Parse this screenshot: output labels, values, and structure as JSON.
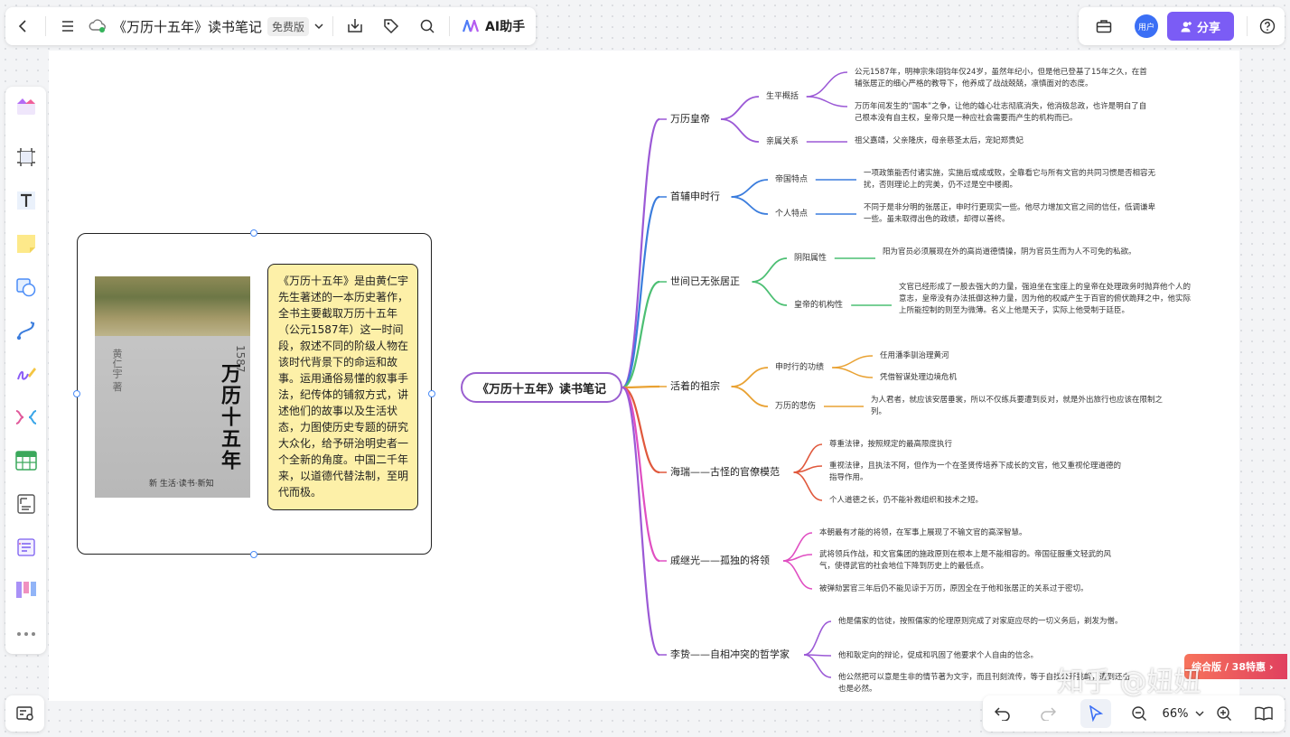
{
  "toolbar": {
    "doc_title": "《万历十五年》读书笔记",
    "plan_badge": "免费版",
    "ai_label": "AI助手"
  },
  "header_right": {
    "avatar_text": "用户",
    "share_label": "分享"
  },
  "bottom_bar": {
    "zoom": "66%"
  },
  "book_card": {
    "cover_title": "万历十五年",
    "cover_year": "1587",
    "cover_author": "黄仁宇 著",
    "cover_publisher": "新 生活·读书·新知",
    "summary": "《万历十五年》是由黄仁宇先生著述的一本历史著作，全书主要截取万历十五年（公元1587年）这一时间段，叙述不同的阶级人物在该时代背景下的命运和故事。运用通俗易懂的叙事手法，纪传体的铺叙方式，讲述他们的故事以及生活状态，力图使历史专题的研究大众化，给予研治明史者一个全新的角度。中国二千年来，以道德代替法制，至明代而极。"
  },
  "mindmap": {
    "central": "《万历十五年》读书笔记",
    "branches": [
      {
        "label": "万历皇帝",
        "color": "#9b59d6",
        "subs": [
          {
            "label": "生平概括",
            "leaves": [
              "公元1587年，明神宗朱翊钧年仅24岁，虽然年纪小，但是他已登基了15年之久，在首辅张居正的细心严格的教导下，他养成了战战兢兢，凛慎面对的态度。",
              "万历年间发生的“国本”之争，让他的雄心壮志彻底消失，他消极怠政，也许是明白了自己根本没有自主权，皇帝只是一种应社会需要而产生的机构而已。"
            ]
          },
          {
            "label": "亲属关系",
            "leaves": [
              "祖父嘉靖，父亲隆庆，母亲慈圣太后，宠妃郑贵妃"
            ]
          }
        ]
      },
      {
        "label": "首辅申时行",
        "color": "#3b7ddd",
        "subs": [
          {
            "label": "帝国特点",
            "leaves": [
              "一项政策能否付诸实施，实施后或成或败，全靠看它与所有文官的共同习惯是否相容无扰，否则理论上的完美，仍不过是空中楼阁。"
            ]
          },
          {
            "label": "个人特点",
            "leaves": [
              "不同于是非分明的张居正，申时行更现实一些。他尽力增加文官之间的信任，低调谦卑一些。虽未取得出色的政绩，却得以善终。"
            ]
          }
        ]
      },
      {
        "label": "世间已无张居正",
        "color": "#4cbf73",
        "subs": [
          {
            "label": "阴阳属性",
            "leaves": [
              "阳为官员必须展现在外的高尚道德情操，阴为官员生而为人不可免的私欲。"
            ]
          },
          {
            "label": "皇帝的机构性",
            "leaves": [
              "文官已经形成了一股去强大的力量，强迫坐在宝座上的皇帝在处理政务时抛弃他个人的意志，皇帝没有办法抵御这种力量，因为他的权威产生于百官的俯伏跪拜之中，他实际上所能控制的则至为微薄。名义上他是天子，实际上他受制于廷臣。"
            ]
          }
        ]
      },
      {
        "label": "活着的祖宗",
        "color": "#e9a233",
        "subs": [
          {
            "label": "申时行的功绩",
            "leaves": [
              "任用潘季驯治理黄河",
              "凭借智谋处理边境危机"
            ]
          },
          {
            "label": "万历的悲伤",
            "leaves": [
              "为人君者，就应该安居垂裳，所以不仅练兵要遭到反对，就是外出旅行也应该在限制之列。"
            ]
          }
        ]
      },
      {
        "label": "海瑞——古怪的官僚模范",
        "color": "#e0583c",
        "subs": [],
        "leaves": [
          "尊重法律，按照规定的最高限度执行",
          "重视法律，且执法不阿，但作为一个在圣贤传培养下成长的文官，他又重视伦理道德的指导作用。",
          "个人道德之长，仍不能补救组织和技术之短。"
        ]
      },
      {
        "label": "戚继光——孤独的将领",
        "color": "#e04fc2",
        "subs": [],
        "leaves": [
          "本朝最有才能的将领，在军事上展现了不输文官的高深智慧。",
          "武将领兵作战，和文官集团的施政原则在根本上是不能相容的。帝国征服重文轻武的风气，使得武官的社会地位下降到历史上的最低点。",
          "被弹劾罢官三年后仍不能见谅于万历，原因全在于他和张居正的关系过于密切。"
        ]
      },
      {
        "label": "李贽——自相冲突的哲学家",
        "color": "#9b59d6",
        "subs": [],
        "leaves": [
          "他是儒家的信徒，按照儒家的伦理原则完成了对家庭应尽的一切义务后，剃发为僧。",
          "他和耿定向的辩论，促成和巩固了他要求个人自由的信念。",
          "他公然把可以意是生非的情节著为文字，而且刊刻流传，等于自找公开挑衅，遭到还击也是必然。"
        ]
      }
    ]
  },
  "overlay": {
    "promo": "综合版 / 38特惠 ›",
    "watermark": "知乎 @妞妞"
  },
  "icons": [
    "back-icon",
    "menu-icon",
    "cloud-sync-icon",
    "chevron-down-icon",
    "download-icon",
    "tag-icon",
    "search-icon",
    "ai-logo-icon",
    "briefcase-icon",
    "share-user-icon",
    "help-icon",
    "frame-icon",
    "text-icon",
    "sticky-note-icon",
    "shape-icon",
    "connector-icon",
    "pen-icon",
    "mindmap-icon",
    "table-icon",
    "document-icon",
    "card-icon",
    "kanban-icon",
    "more-icon",
    "minimap-icon",
    "undo-icon",
    "redo-icon",
    "select-cursor-icon",
    "zoom-out-icon",
    "zoom-in-icon",
    "book-icon"
  ]
}
